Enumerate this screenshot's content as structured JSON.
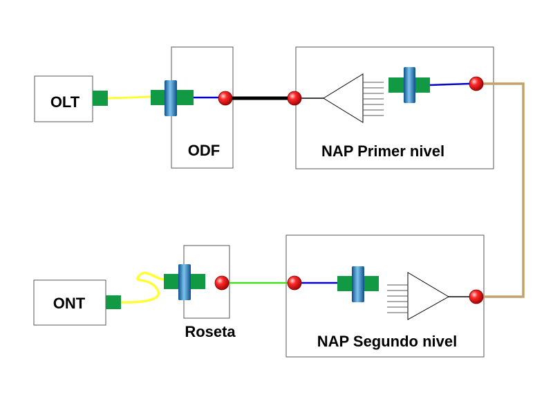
{
  "labels": {
    "olt": "OLT",
    "odf": "ODF",
    "nap1": "NAP Primer nivel",
    "ont": "ONT",
    "roseta": "Roseta",
    "nap2": "NAP Segundo nivel"
  },
  "colors": {
    "patch_cord": "#ffff33",
    "internal_link": "#0000cc",
    "feeder": "#000000",
    "distribution": "#c4a06a",
    "drop": "#44dd22",
    "connector": "#119944",
    "adapter": "#1e7ac0",
    "port": "#e00000",
    "box_border": "#555555"
  }
}
